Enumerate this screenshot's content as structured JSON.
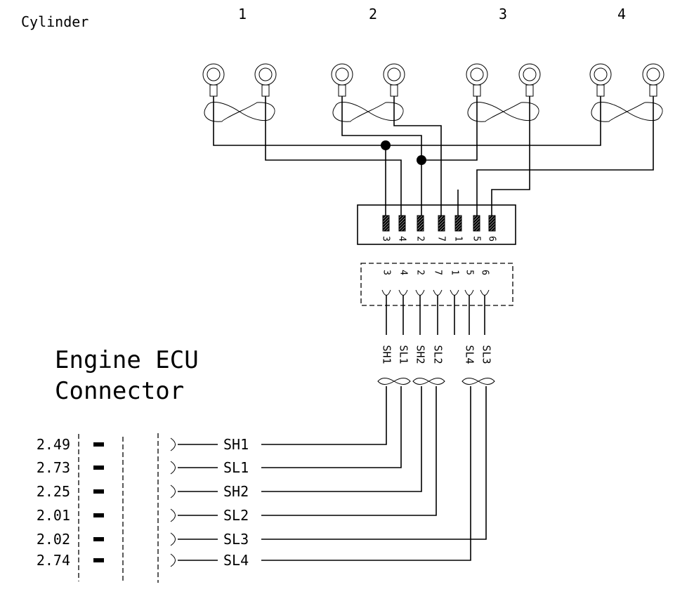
{
  "diagram": {
    "cylinder_heading": "Cylinder",
    "cylinders": [
      "1",
      "2",
      "3",
      "4"
    ],
    "ecu_title_line1": "Engine ECU",
    "ecu_title_line2": "Connector",
    "upper_connector_pins": [
      "3",
      "4",
      "2",
      "7",
      "1",
      "5",
      "6"
    ],
    "lower_connector_pins": [
      "3",
      "4",
      "2",
      "7",
      "1",
      "5",
      "6"
    ],
    "harness_signal_labels": [
      "SH1",
      "SL1",
      "SH2",
      "SL2",
      "",
      "SL4",
      "SL3"
    ],
    "ecu_pins": [
      {
        "pin": "2.49",
        "signal": "SH1"
      },
      {
        "pin": "2.73",
        "signal": "SL1"
      },
      {
        "pin": "2.25",
        "signal": "SH2"
      },
      {
        "pin": "2.01",
        "signal": "SL2"
      },
      {
        "pin": "2.02",
        "signal": "SL3"
      },
      {
        "pin": "2.74",
        "signal": "SL4"
      }
    ]
  }
}
